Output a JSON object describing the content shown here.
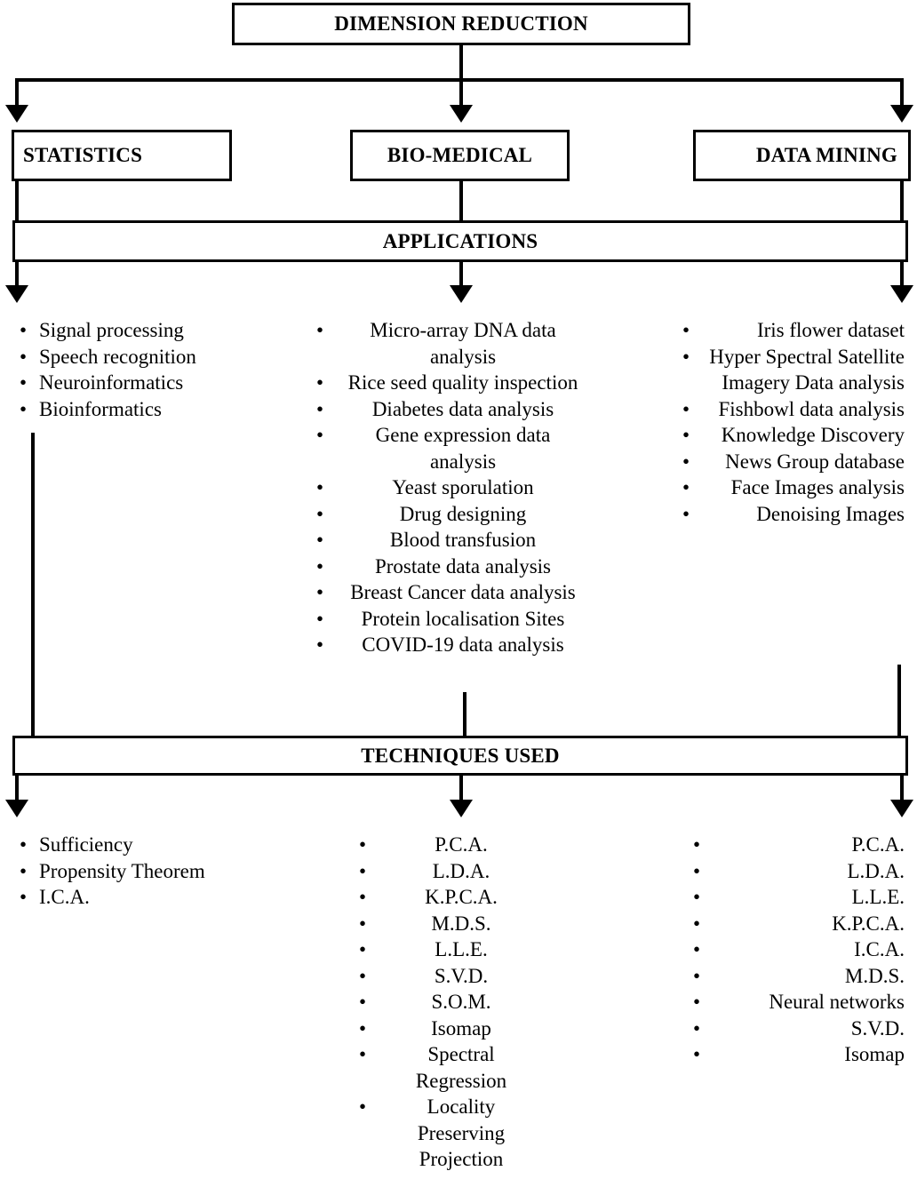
{
  "diagram": {
    "title": "DIMENSION REDUCTION",
    "root": {
      "label": "DIMENSION REDUCTION"
    },
    "domains": [
      {
        "label": "STATISTICS"
      },
      {
        "label": "BIO-MEDICAL"
      },
      {
        "label": "DATA MINING"
      }
    ],
    "bands": {
      "applications": "APPLICATIONS",
      "techniques": "TECHNIQUES USED"
    },
    "bullet_glyph": "•",
    "colors": {
      "stroke": "#000000",
      "fill": "#FFFFFF",
      "text": "#000000"
    },
    "applications": {
      "statistics": [
        "Signal processing",
        "Speech recognition",
        "Neuroinformatics",
        "Bioinformatics"
      ],
      "bio_medical": [
        "Micro-array DNA data analysis",
        "Rice seed quality inspection",
        "Diabetes data analysis",
        "Gene expression data analysis",
        "Yeast sporulation",
        "Drug designing",
        "Blood transfusion",
        "Prostate data analysis",
        "Breast Cancer data analysis",
        "Protein localisation Sites",
        "COVID-19 data analysis"
      ],
      "data_mining": [
        "Iris flower dataset",
        "Hyper Spectral Satellite Imagery Data analysis",
        "Fishbowl data analysis",
        "Knowledge Discovery",
        "News Group database",
        "Face Images analysis",
        "Denoising Images"
      ]
    },
    "techniques": {
      "statistics": [
        "Sufficiency",
        "Propensity Theorem",
        "I.C.A."
      ],
      "bio_medical": [
        "P.C.A.",
        "L.D.A.",
        "K.P.C.A.",
        "M.D.S.",
        "L.L.E.",
        "S.V.D.",
        "S.O.M.",
        "Isomap",
        "Spectral Regression",
        "Locality Preserving Projection"
      ],
      "data_mining": [
        "P.C.A.",
        "L.D.A.",
        "L.L.E.",
        "K.P.C.A.",
        "I.C.A.",
        "M.D.S.",
        "Neural networks",
        "S.V.D.",
        "Isomap"
      ]
    }
  }
}
